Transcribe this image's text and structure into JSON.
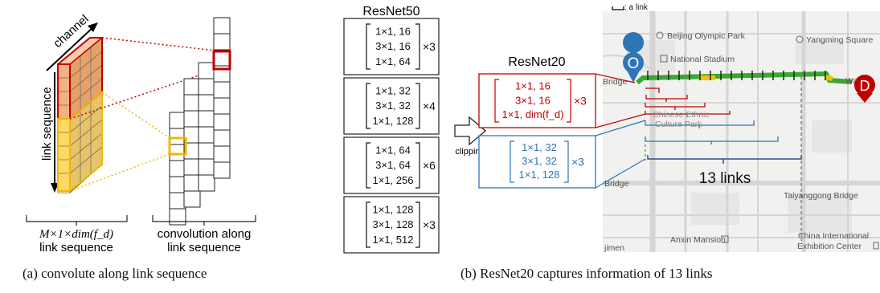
{
  "panel_a": {
    "axis_channel": "channel",
    "axis_link_sequence": "link sequence",
    "input_label_line1": "M×1×dim(f_d)",
    "input_label_line2": "link sequence",
    "conv_label_line1": "convolution along",
    "conv_label_line2": "link sequence",
    "caption": "(a)  convolute along link sequence"
  },
  "panel_b": {
    "resnet50": {
      "title": "ResNet50",
      "blocks": [
        {
          "rows": [
            "1×1, 16",
            "3×1, 16",
            "1×1, 64"
          ],
          "mult": "×3"
        },
        {
          "rows": [
            "1×1, 32",
            "3×1, 32",
            "1×1, 128"
          ],
          "mult": "×4"
        },
        {
          "rows": [
            "1×1, 64",
            "3×1, 64",
            "1×1, 256"
          ],
          "mult": "×6"
        },
        {
          "rows": [
            "1×1, 128",
            "3×1, 128",
            "1×1, 512"
          ],
          "mult": "×3"
        }
      ]
    },
    "clipping_label": "clipping",
    "resnet20": {
      "title": "ResNet20",
      "blocks": [
        {
          "rows": [
            "1×1, 16",
            "3×1, 16",
            "1×1, dim(f_d)"
          ],
          "mult": "×3",
          "color": "#c00000"
        },
        {
          "rows": [
            "1×1, 32",
            "3×1, 32",
            "1×1, 128"
          ],
          "mult": "×3",
          "color": "#2e75b6"
        }
      ]
    },
    "map": {
      "legend": ": a link",
      "origin": "O",
      "destination": "D",
      "links_label": "13 links",
      "places": [
        "Beijing Olympic Park",
        "Yangming Square",
        "National Stadium",
        "Chinese Ethnic Culture Park",
        "Taiyanggong Bridge",
        "Anxin Mansion",
        "China International Exhibition Center",
        "Wang",
        "Bridge",
        "Bridge",
        "jimen"
      ]
    },
    "caption": "(b)  ResNet20 captures information of 13 links"
  },
  "colors": {
    "red": "#c00000",
    "blue": "#2e75b6",
    "orange": "#f4b183",
    "yellow": "#ffd966",
    "route": "#3aa832"
  }
}
